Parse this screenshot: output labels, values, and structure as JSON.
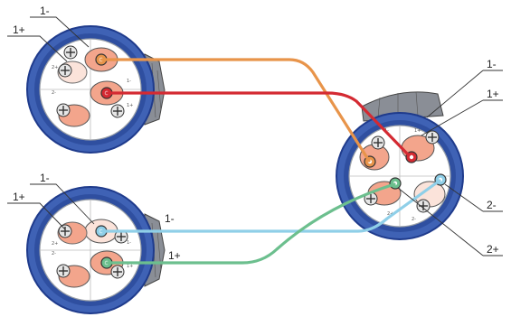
{
  "connectors": {
    "top_left": {
      "labels": {
        "minus": "1-",
        "plus": "1+"
      },
      "terminal_marks": [
        "2+",
        "2-",
        "1-",
        "1+"
      ]
    },
    "bottom_left": {
      "labels": {
        "minus": "1-",
        "plus": "1+"
      },
      "terminal_marks": [
        "2+",
        "2-",
        "1-",
        "1+"
      ]
    },
    "right": {
      "labels": {
        "one_minus": "1-",
        "one_plus": "1+",
        "two_minus": "2-",
        "two_plus": "2+"
      },
      "terminal_marks": [
        "1-",
        "1+",
        "2+",
        "2-"
      ]
    }
  },
  "cable_labels": {
    "minus": "1-",
    "plus": "1+"
  },
  "colors": {
    "orange": "#e8944a",
    "red": "#d42a32",
    "light_blue": "#8fcfe8",
    "green": "#6cbf8e",
    "ring_blue": "#3f62b5",
    "ring_dark": "#1f3b8c",
    "salmon": "#f3a58c"
  }
}
